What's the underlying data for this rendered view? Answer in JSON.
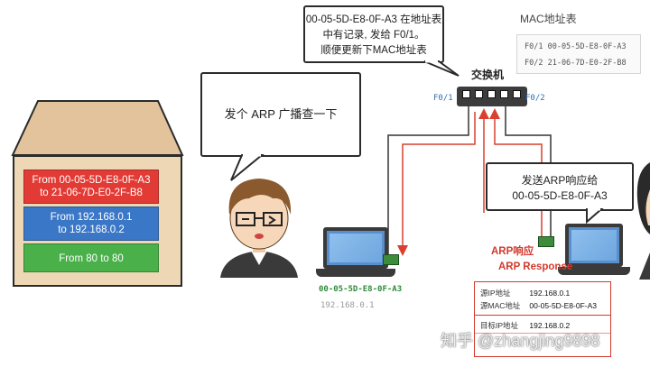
{
  "packet": {
    "mac_line1": "From 00-05-5D-E8-0F-A3",
    "mac_line2": "to  21-06-7D-E0-2F-B8",
    "ip_line1": "From 192.168.0.1",
    "ip_line2": "to 192.168.0.2",
    "port_line": "From 80 to 80"
  },
  "bubbles": {
    "broadcast": "发个 ARP 广播查一下",
    "switch_note": [
      "00-05-5D-E8-0F-A3 在地址表",
      "中有记录, 发给 F0/1。",
      "顺便更新下MAC地址表"
    ],
    "reply": [
      "发送ARP响应给",
      "00-05-5D-E8-0F-A3"
    ]
  },
  "mac_table": {
    "title": "MAC地址表",
    "rows": [
      "F0/1 00-05-5D-E8-0F-A3",
      "F0/2 21-06-7D-E0-2F-B8"
    ]
  },
  "switch": {
    "label": "交换机",
    "port_left": "F0/1",
    "port_right": "F0/2"
  },
  "sender": {
    "mac": "00-05-5D-E8-0F-A3",
    "ip": "192.168.0.1"
  },
  "arp": {
    "label_cn": "ARP响应",
    "label_en": "ARP Response",
    "src_ip_label": "源IP地址",
    "src_ip": "192.168.0.1",
    "src_mac_label": "源MAC地址",
    "src_mac": "00-05-5D-E8-0F-A3",
    "dst_ip_label": "目标IP地址",
    "dst_ip": "192.168.0.2"
  },
  "watermark": "知乎 @zhangjing9898",
  "colors": {
    "red_strip": "#e23b35",
    "blue_strip": "#3b77c7",
    "green_strip": "#4ab04a",
    "box_body": "#eed7b4",
    "arrow_red": "#d9402f",
    "mac_green": "#2e8b3a"
  }
}
